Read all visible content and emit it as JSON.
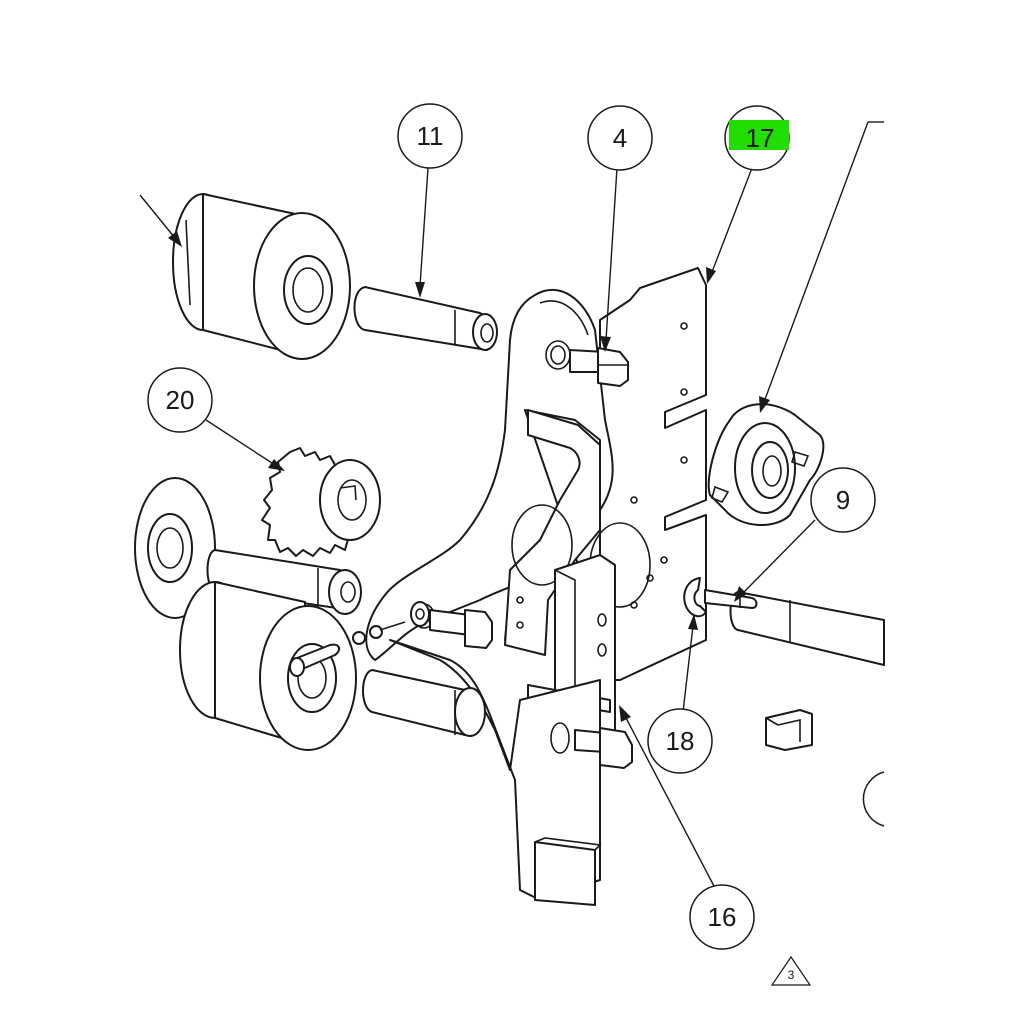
{
  "drawing": {
    "highlight_color": "#22dd00",
    "line_color": "#1a1a1a",
    "callouts": [
      {
        "id": "11",
        "label": "11"
      },
      {
        "id": "4",
        "label": "4"
      },
      {
        "id": "17",
        "label": "17",
        "highlighted": true
      },
      {
        "id": "20",
        "label": "20"
      },
      {
        "id": "9",
        "label": "9"
      },
      {
        "id": "18",
        "label": "18"
      },
      {
        "id": "16",
        "label": "16"
      }
    ],
    "revision_marker": {
      "label": "3",
      "shape": "triangle"
    }
  }
}
